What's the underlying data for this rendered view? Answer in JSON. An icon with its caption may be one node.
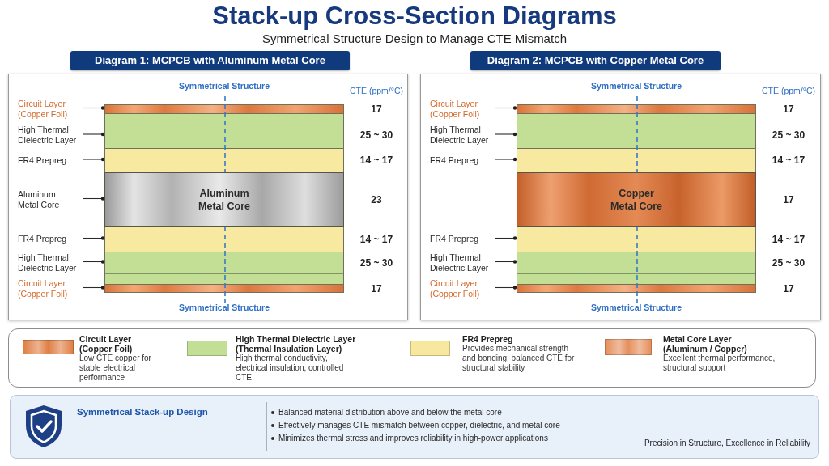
{
  "diagram": {
    "title": "Stack-up Cross-Section Diagrams",
    "nodes": [
      {
        "text": [
          "Diagram 1: MCPCB with Aluminum Metal Core"
        ]
      },
      {
        "text": [
          "Circuit Layer (Copper Foil)"
        ],
        "in": 0
      },
      {
        "text": [],
        "shape": "bar",
        "in": 0,
        "beside": [
          "17"
        ]
      },
      {
        "text": [
          "High Thermal Dielectric Layer"
        ],
        "in": 0
      },
      {
        "text": [],
        "shape": "bar",
        "in": 0,
        "beside": [
          "25 ~ 30"
        ]
      },
      {
        "text": [
          "FR4 Prepreg"
        ],
        "in": 0
      },
      {
        "text": [],
        "shape": "bar",
        "in": 0,
        "beside": [
          "14 ~ 17"
        ]
      },
      {
        "text": [
          "Aluminum Metal Core"
        ],
        "in": 0
      },
      {
        "text": [
          "Aluminum Metal Core"
        ],
        "in": 0,
        "beside": [
          "23"
        ]
      },
      {
        "text": [
          "FR4 Prepreg"
        ],
        "in": 0
      },
      {
        "text": [],
        "shape": "bar",
        "in": 0,
        "beside": [
          "14 ~ 17"
        ]
      },
      {
        "text": [
          "High Thermal Dielectric Layer"
        ],
        "in": 0
      },
      {
        "text": [],
        "shape": "bar",
        "in": 0,
        "beside": [
          "25 ~ 30"
        ]
      },
      {
        "text": [
          "Circuit Layer (Copper Foil)"
        ],
        "in": 0
      },
      {
        "text": [],
        "shape": "bar",
        "in": 0,
        "beside": [
          "17"
        ]
      },
      {
        "text": [
          "Diagram 2: MCPCB with Copper Metal Core"
        ]
      },
      {
        "text": [
          "Circuit Layer (Copper Foil)"
        ],
        "in": 15
      },
      {
        "text": [],
        "shape": "bar",
        "in": 15,
        "beside": [
          "17"
        ]
      },
      {
        "text": [
          "High Thermal Dielectric Layer"
        ],
        "in": 15
      },
      {
        "text": [],
        "shape": "bar",
        "in": 15,
        "beside": [
          "25 ~ 30"
        ]
      },
      {
        "text": [
          "FR4 Prepreg"
        ],
        "in": 15
      },
      {
        "text": [],
        "shape": "bar",
        "in": 15,
        "beside": [
          "14 ~ 17"
        ]
      },
      {
        "text": [
          "Copper Metal Core"
        ],
        "in": 15,
        "beside": [
          "17"
        ]
      },
      {
        "text": [
          "FR4 Prepreg"
        ],
        "in": 15
      },
      {
        "text": [],
        "shape": "bar",
        "in": 15,
        "beside": [
          "14 ~ 17"
        ]
      },
      {
        "text": [
          "High Thermal Dielectric Layer"
        ],
        "in": 15
      },
      {
        "text": [],
        "shape": "bar",
        "in": 15,
        "beside": [
          "25 ~ 30"
        ]
      },
      {
        "text": [
          "Circuit Layer (Copper Foil)"
        ],
        "in": 15
      },
      {
        "text": [],
        "shape": "bar",
        "in": 15,
        "beside": [
          "17"
        ]
      },
      {
        "text": [
          "Symmetrical Stack-up Design",
          "Balanced material distribution above and below the metal core",
          "Effectively manages CTE mismatch between copper, dielectric, and metal core",
          "Minimizes thermal stress and improves reliability in high-power applications",
          "Precision in Structure, Excellence in Reliability"
        ]
      }
    ],
    "edges": [
      {
        "from": 1,
        "to": 2,
        "arrow": "other"
      },
      {
        "from": 3,
        "to": 4,
        "arrow": "other"
      },
      {
        "from": 5,
        "to": 6,
        "arrow": "other"
      },
      {
        "from": 7,
        "to": 8,
        "arrow": "other"
      },
      {
        "from": 9,
        "to": 10,
        "arrow": "other"
      },
      {
        "from": 11,
        "to": 12,
        "arrow": "other"
      },
      {
        "from": 13,
        "to": 14,
        "arrow": "other"
      },
      {
        "from": 16,
        "to": 17,
        "arrow": "other"
      },
      {
        "from": 18,
        "to": 19,
        "arrow": "other"
      },
      {
        "from": 20,
        "to": 21,
        "arrow": "other"
      },
      {
        "from": 23,
        "to": 24,
        "arrow": "other"
      },
      {
        "from": 25,
        "to": 26,
        "arrow": "other"
      },
      {
        "from": 27,
        "to": 28,
        "arrow": "other"
      }
    ],
    "labels": [
      "Symmetrical Structure Design to Manage CTE Mismatch",
      "Symmetrical Structure",
      "CTE (ppm/°C)",
      "Symmetrical Structure",
      "Symmetrical Structure",
      "CTE (ppm/°C)",
      "Symmetrical Structure",
      "Low CTE copper for stable electrical performance",
      "High thermal conductivity, electrical insulation, controlled CTE",
      "Provides mechanical strength and bonding, balanced CTE for structural stability",
      "Excellent thermal performance, structural support"
    ],
    "legend": [
      {
        "text": "Circuit Layer (Copper Foil)",
        "color": "#e07f45"
      },
      {
        "text": "High Thermal Dielectric Layer (Thermal Insulation Layer)",
        "color": "#c3de95"
      },
      {
        "text": "FR4 Prepreg",
        "color": "#f8e79f"
      },
      {
        "text": "Metal Core Layer (Aluminum / Copper)",
        "color": "#e68f5c"
      }
    ]
  }
}
